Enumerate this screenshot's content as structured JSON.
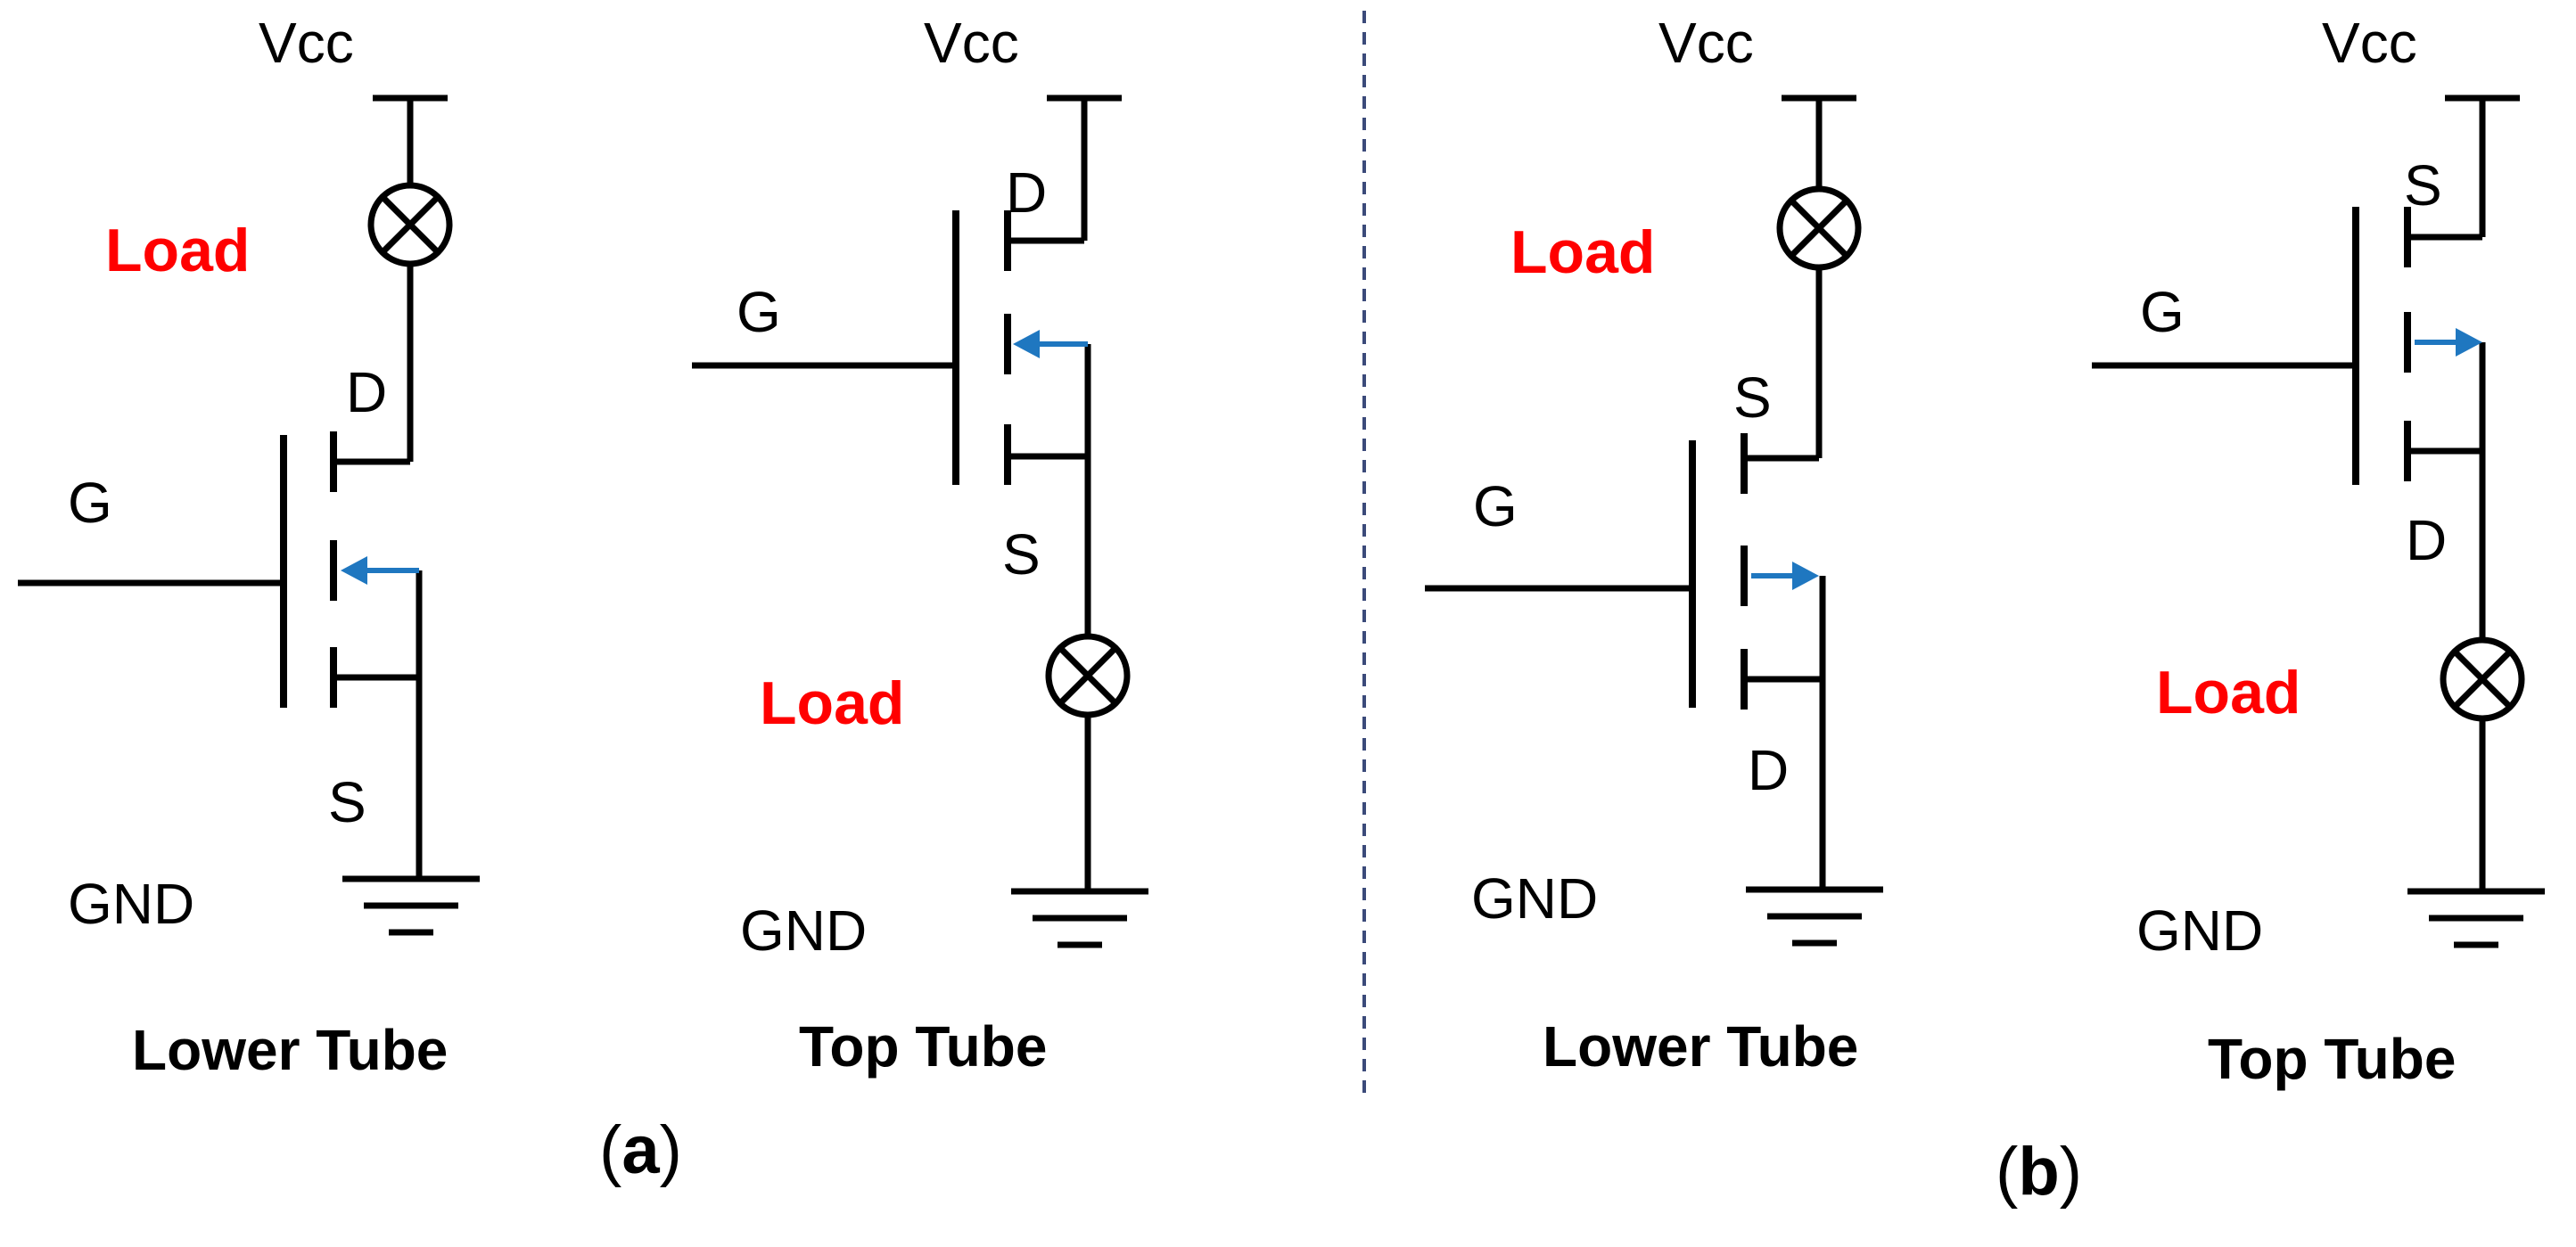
{
  "colors": {
    "wire": "#000000",
    "load": "#ff0000",
    "arrow": "#1f77c0",
    "divider": "#3b4a7a"
  },
  "panels": [
    {
      "label_open": "(",
      "label_letter": "a",
      "label_close": ")"
    },
    {
      "label_open": "(",
      "label_letter": "b",
      "label_close": ")"
    }
  ],
  "circuits": [
    {
      "panel": "a",
      "vcc": "Vcc",
      "load": "Load",
      "gate": "G",
      "drain": "D",
      "source": "S",
      "gnd": "GND",
      "caption": "Lower Tube",
      "arrow_direction": "left"
    },
    {
      "panel": "a",
      "vcc": "Vcc",
      "load": "Load",
      "gate": "G",
      "drain": "D",
      "source": "S",
      "gnd": "GND",
      "caption": "Top Tube",
      "arrow_direction": "left"
    },
    {
      "panel": "b",
      "vcc": "Vcc",
      "load": "Load",
      "gate": "G",
      "drain": "D",
      "source": "S",
      "gnd": "GND",
      "caption": "Lower Tube",
      "arrow_direction": "right"
    },
    {
      "panel": "b",
      "vcc": "Vcc",
      "load": "Load",
      "gate": "G",
      "drain": "D",
      "source": "S",
      "gnd": "GND",
      "caption": "Top Tube",
      "arrow_direction": "right"
    }
  ]
}
